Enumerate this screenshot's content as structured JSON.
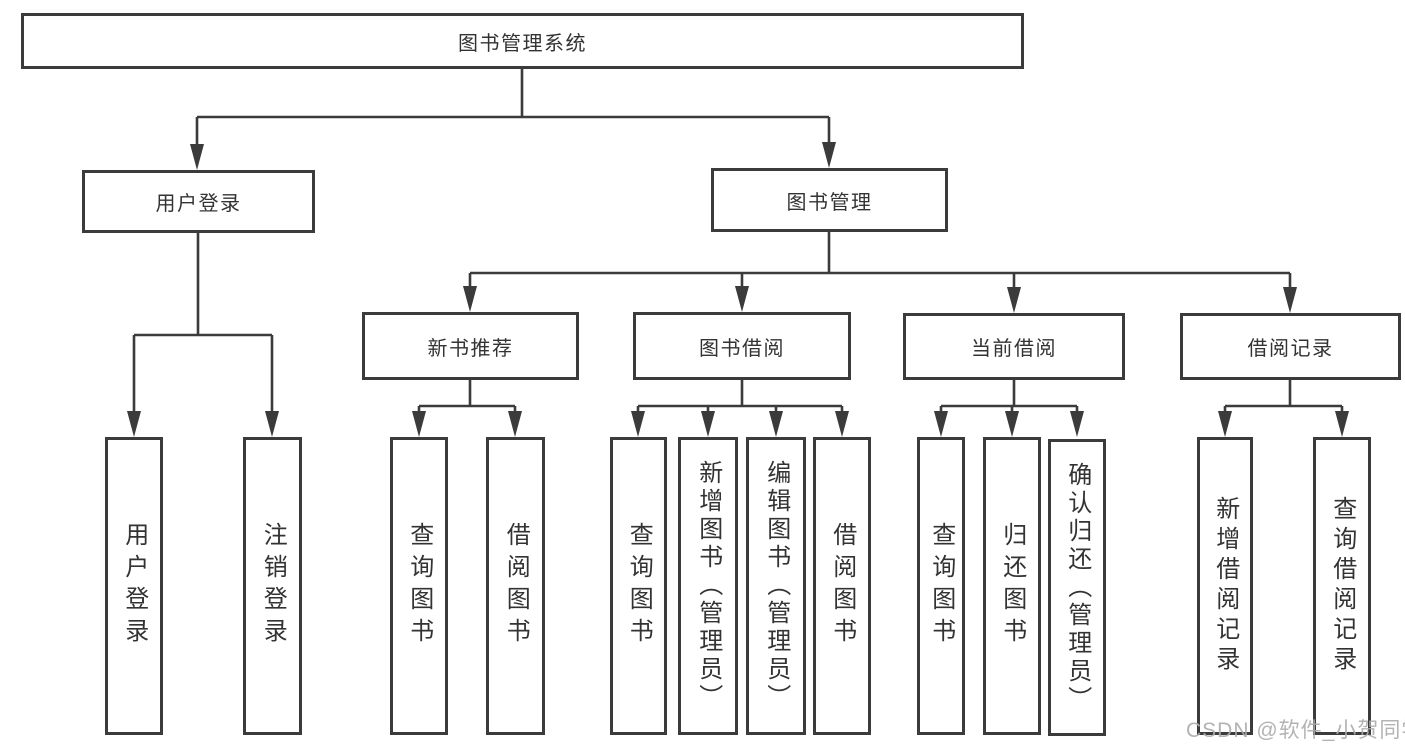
{
  "colors": {
    "line": "#3b3b3b",
    "border": "#3b3b3b",
    "text": "#333333",
    "watermark": "#adadad",
    "background": "#ffffff"
  },
  "watermark": "CSDN @软件_小贺同学",
  "root": {
    "label": "图书管理系统",
    "children": [
      {
        "label": "用户登录",
        "children": [
          {
            "label": "用户登录"
          },
          {
            "label": "注销登录"
          }
        ]
      },
      {
        "label": "图书管理",
        "children": [
          {
            "label": "新书推荐",
            "children": [
              {
                "label": "查询图书"
              },
              {
                "label": "借阅图书"
              }
            ]
          },
          {
            "label": "图书借阅",
            "children": [
              {
                "label": "查询图书"
              },
              {
                "label": "新增图书（管理员）"
              },
              {
                "label": "编辑图书（管理员）"
              },
              {
                "label": "借阅图书"
              }
            ]
          },
          {
            "label": "当前借阅",
            "children": [
              {
                "label": "查询图书"
              },
              {
                "label": "归还图书"
              },
              {
                "label": "确认归还（管理员）"
              }
            ]
          },
          {
            "label": "借阅记录",
            "children": [
              {
                "label": "新增借阅记录"
              },
              {
                "label": "查询借阅记录"
              }
            ]
          }
        ]
      }
    ]
  }
}
